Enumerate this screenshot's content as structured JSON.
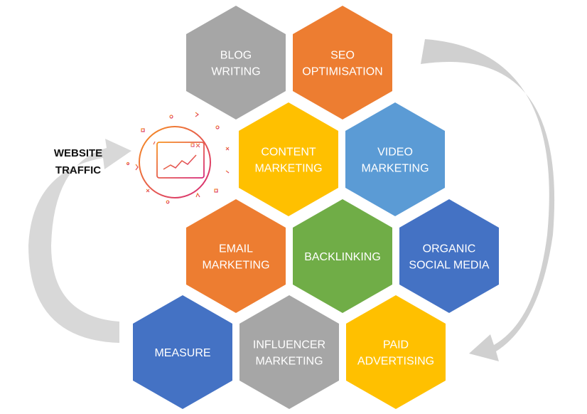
{
  "website_traffic": {
    "line1": "WEBSITE",
    "line2": "TRAFFIC",
    "icon": "analytics-browser-icon"
  },
  "colors": {
    "gray": "#a6a6a6",
    "orange": "#ed7d31",
    "yellow": "#ffc000",
    "light_blue": "#5b9bd5",
    "green": "#70ad47",
    "blue": "#4472c4",
    "arrow": "#d0d0d0",
    "icon_gradient_start": "#f7931e",
    "icon_gradient_end": "#d6287a"
  },
  "hexagons": [
    {
      "id": "blog-writing",
      "lines": [
        "BLOG",
        "WRITING"
      ],
      "color": "gray"
    },
    {
      "id": "seo-optimisation",
      "lines": [
        "SEO",
        "OPTIMISATION"
      ],
      "color": "orange"
    },
    {
      "id": "content-marketing",
      "lines": [
        "CONTENT",
        "MARKETING"
      ],
      "color": "yellow"
    },
    {
      "id": "video-marketing",
      "lines": [
        "VIDEO",
        "MARKETING"
      ],
      "color": "light_blue"
    },
    {
      "id": "email-marketing",
      "lines": [
        "EMAIL",
        "MARKETING"
      ],
      "color": "orange"
    },
    {
      "id": "backlinking",
      "lines": [
        "BACKLINKING"
      ],
      "color": "green"
    },
    {
      "id": "organic-social-media",
      "lines": [
        "ORGANIC",
        "SOCIAL MEDIA"
      ],
      "color": "blue"
    },
    {
      "id": "measure",
      "lines": [
        "MEASURE"
      ],
      "color": "blue"
    },
    {
      "id": "influencer-marketing",
      "lines": [
        "INFLUENCER",
        "MARKETING"
      ],
      "color": "gray"
    },
    {
      "id": "paid-advertising",
      "lines": [
        "PAID",
        "ADVERTISING"
      ],
      "color": "yellow"
    }
  ]
}
